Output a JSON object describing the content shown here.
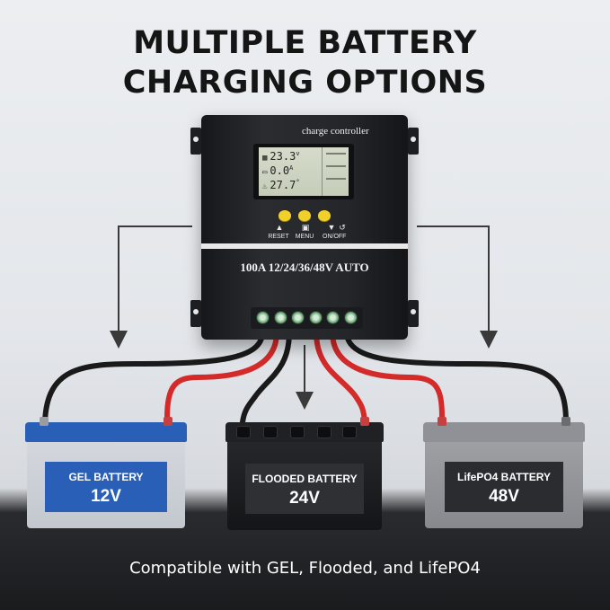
{
  "headline": {
    "line1": "MULTIPLE BATTERY",
    "line2": "CHARGING OPTIONS"
  },
  "controller": {
    "title": "charge controller",
    "display": {
      "reading1": "23.3",
      "reading2": "0.0",
      "reading3": "27.7"
    },
    "keys": [
      "RESET",
      "MENU",
      "ON/OFF"
    ],
    "spec": "100A  12/24/36/48V AUTO"
  },
  "batteries": [
    {
      "type": "GEL BATTERY",
      "voltage": "12V",
      "color": "#2a5fb8"
    },
    {
      "type": "FLOODED BATTERY",
      "voltage": "24V",
      "color": "#1b1c1e"
    },
    {
      "type": "LifePO4 BATTERY",
      "voltage": "48V",
      "color": "#8f9196"
    }
  ],
  "footer": "Compatible with GEL, Flooded, and LifePO4",
  "colors": {
    "wire_positive": "#d42a2a",
    "wire_negative": "#1a1a1a",
    "terminal": "#5fa06c",
    "button": "#f2d02a"
  }
}
